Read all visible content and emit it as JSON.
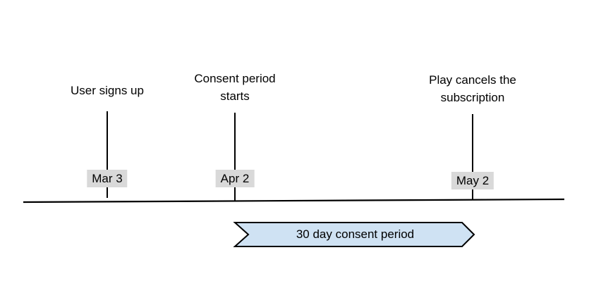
{
  "diagram": {
    "type": "timeline",
    "description": "Subscription consent period timeline"
  },
  "colors": {
    "background": "#ffffff",
    "axis_line": "#000000",
    "tick_line": "#000000",
    "date_badge_bg": "#d9d9d9",
    "banner_fill": "#cfe2f3",
    "banner_border": "#000000",
    "text": "#000000"
  },
  "events": [
    {
      "label_lines": [
        "User signs up"
      ],
      "date": "Mar 3"
    },
    {
      "label_lines": [
        "Consent period",
        "starts"
      ],
      "date": "Apr 2"
    },
    {
      "label_lines": [
        "Play cancels the",
        "subscription"
      ],
      "date": "May 2"
    }
  ],
  "banner": {
    "label": "30 day consent period",
    "spans_from": "Apr 2",
    "spans_to": "May 2"
  }
}
